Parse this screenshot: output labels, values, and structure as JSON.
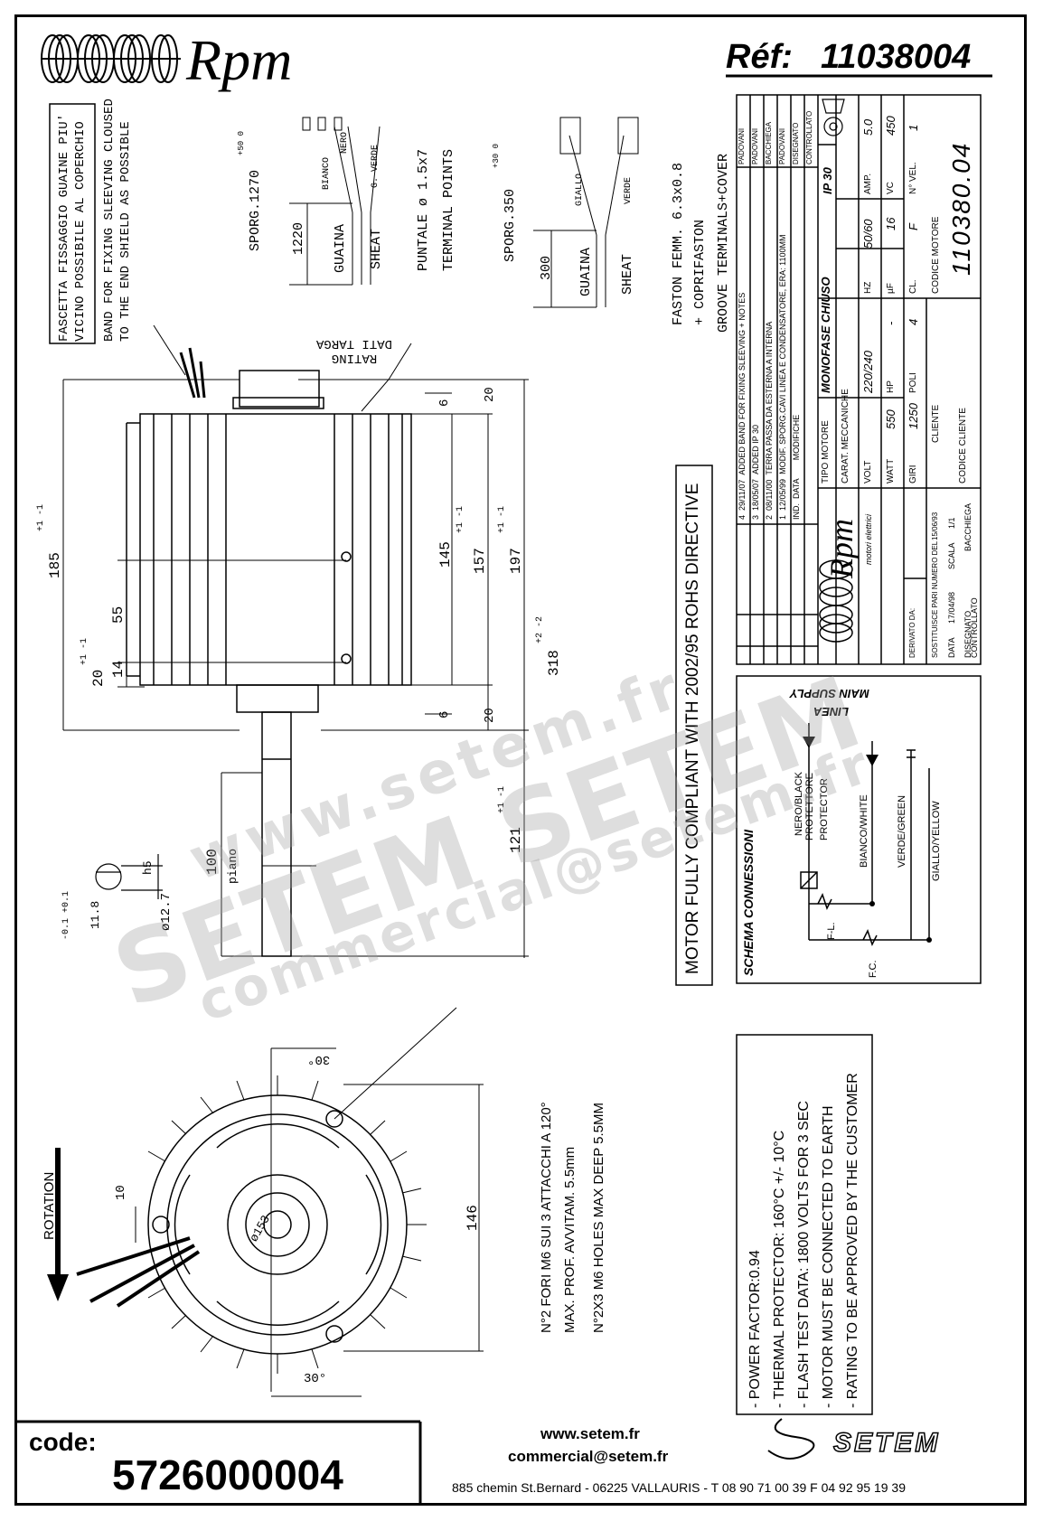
{
  "header": {
    "brand": "Rpm",
    "reference_label": "Réf:",
    "reference_number": "11038004"
  },
  "notes_top": {
    "fixing_band_it": [
      "FASCETTA FISSAGGIO GUAINE PIU'",
      "VICINO POSSIBILE AL COPERCHIO"
    ],
    "fixing_band_en": [
      "BAND FOR FIXING SLEEVING CLOUSED",
      "TO THE END SHIELD AS POSSIBLE"
    ],
    "rating_plate": [
      "DATI TARGA",
      "RATING"
    ],
    "sporg_1": "SPORG.1270",
    "sporg_1_tol": "+50 0",
    "sporg_2": "SPORG.350",
    "sporg_2_tol": "+30 0",
    "guaina_1": "GUAINA",
    "sheat_1": "SHEAT",
    "guaina_2": "GUAINA",
    "sheat_2": "SHEAT",
    "dim_1220": "1220",
    "dim_300": "300",
    "puntale": "PUNTALE ø 1.5x7",
    "terminal_points": "TERMINAL POINTS",
    "faston": "FASTON FEMM. 6.3x0.8",
    "coprifaston": "+ COPRIFASTON",
    "groove": "GROOVE TERMINALS+COVER",
    "wire_bianco": "BIANCO",
    "wire_nero": "NERO",
    "wire_gverde": "G. VERDE",
    "wire_giallo": "GIALLO",
    "wire_verde": "VERDE"
  },
  "dimensions": {
    "d185": "185",
    "d185_tol": "+1 -1",
    "d55": "55",
    "d20": "20",
    "d20_tol": "+1 -1",
    "d14": "14",
    "d145": "145",
    "d157": "157",
    "d157_tol": "+1 -1",
    "d197": "197",
    "d197_tol": "+1 -1",
    "d318": "318",
    "d318_tol": "+2 -2",
    "d6a": "6",
    "d6b": "6",
    "d20a": "20",
    "d20b": "20",
    "d121": "121",
    "d121_tol": "+1 -1",
    "d100": "100",
    "piano": "piano",
    "h5": "h5",
    "d127": "ø12.7",
    "d11": "11.8",
    "d11_tol": "-0.1 +0.1",
    "d146": "146",
    "d10": "10",
    "d153": "ø153",
    "angle_top": "30°",
    "angle_bottom": "30°",
    "rotation": "ROTATION"
  },
  "holes": {
    "line1": "N°2 FORI M6 SUI 3 ATTACCHI A 120°",
    "line2": "MAX. PROF. AVVITAM. 5.5mm",
    "line3": "N°2X3 M6 HOLES MAX DEEP 5.5MM"
  },
  "rohs": "MOTOR FULLY COMPLIANT WITH 2002/95 ROHS DIRECTIVE",
  "schema": {
    "title": "SCHEMA CONNESSIONI",
    "main_supply": "MAIN SUPPLY",
    "linea": "LINEA",
    "nero": "NERO/BLACK",
    "protettore": "PROTETTORE",
    "protector": "PROTECTOR",
    "bianco": "BIANCO/WHITE",
    "verde": "VERDE/GREEN",
    "giallo": "GIALLO/YELLOW",
    "fl": "F-L.",
    "fc": "F.C."
  },
  "notes_bottom": [
    "- POWER FACTOR:0.94",
    "- THERMAL PROTECTOR: 160°C +/- 10°C",
    "- FLASH TEST DATA: 1800 VOLTS FOR 3 SEC",
    "- MOTOR MUST BE CONNECTED TO EARTH",
    "- RATING TO BE APPROVED BY THE CUSTOMER"
  ],
  "title_block": {
    "revisions": [
      {
        "n": "4",
        "date": "29/11/07",
        "desc": "ADDED BAND FOR FIXING SLEEVING + NOTES"
      },
      {
        "n": "3",
        "date": "18/05/07",
        "desc": "ADDED IP 30"
      },
      {
        "n": "2",
        "date": "08/11/00",
        "desc": "TERRA PASSA DA ESTERNA A INTERNA"
      },
      {
        "n": "1",
        "date": "12/05/99",
        "desc": "MODIF. SPORG.CAVI LINEA E CONDENSATORE, ERA: 1100MM"
      }
    ],
    "ind": "IND.",
    "data_h": "DATA",
    "modifiche": "MODIFICHE",
    "disegnato_h": "DISEGNATO",
    "controllato_h": "CONTROLLATO",
    "people": [
      "PADOVANI",
      "PADOVANI",
      "BACCHIEGA",
      "PADOVANI"
    ],
    "tipo_motore": "TIPO MOTORE",
    "monofase": "MONOFASE CHIUSO",
    "ip": "IP 30",
    "carat": "CARAT. MECCANICHE",
    "volt_l": "VOLT",
    "volt_v": "220/240",
    "hz_l": "HZ",
    "hz_v": "50/60",
    "amp_l": "AMP.",
    "amp_v": "5.0",
    "watt_l": "WATT",
    "watt_v": "550",
    "hp_l": "HP",
    "hp_v": "-",
    "uf_l": "µF",
    "uf_v": "16",
    "vc_l": "VC",
    "vc_v": "450",
    "giri_l": "GIRI",
    "giri_v": "1250",
    "poli_l": "POLI",
    "poli_v": "4",
    "cl_l": "CL.",
    "cl_v": "F",
    "vel_l": "N° VEL.",
    "vel_v": "1",
    "cliente": "CLIENTE",
    "codice_motore_l": "CODICE MOTORE",
    "codice_motore": "110380.04",
    "codice_cliente": "CODICE CLIENTE",
    "derivato": "DERIVATO DA:",
    "sostituisce": "SOSTITUISCE PARI NUMERO DEL",
    "sost_date": "15/06/93",
    "data_l": "DATA",
    "data_v": "17/04/98",
    "scala_l": "SCALA",
    "scala_v": "1/1",
    "disegnato_l": "DISEGNATO",
    "disegnato_v": "BACCHIEGA",
    "controllato_l": "CONTROLLATO",
    "logo_sub": "motori elettrici"
  },
  "footer": {
    "code_label": "code:",
    "code_value": "5726000004",
    "web": "www.setem.fr",
    "email": "commercial@setem.fr",
    "address": "885 chemin St.Bernard  -  06225 VALLAURIS  -  T 08 90 71 00 39   F 04 92 95 19 39",
    "setem": "SETEM"
  },
  "watermark": {
    "w1": "www.setem.fr",
    "w2": "SETEM  SETEM",
    "w3": "commercial@setem.fr"
  }
}
